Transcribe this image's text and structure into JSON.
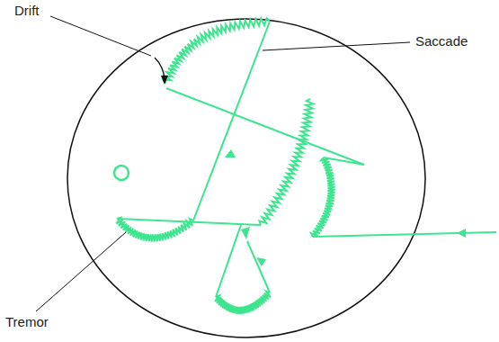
{
  "diagram": {
    "labels": [
      "Drift",
      "Saccade",
      "Tremor"
    ]
  }
}
